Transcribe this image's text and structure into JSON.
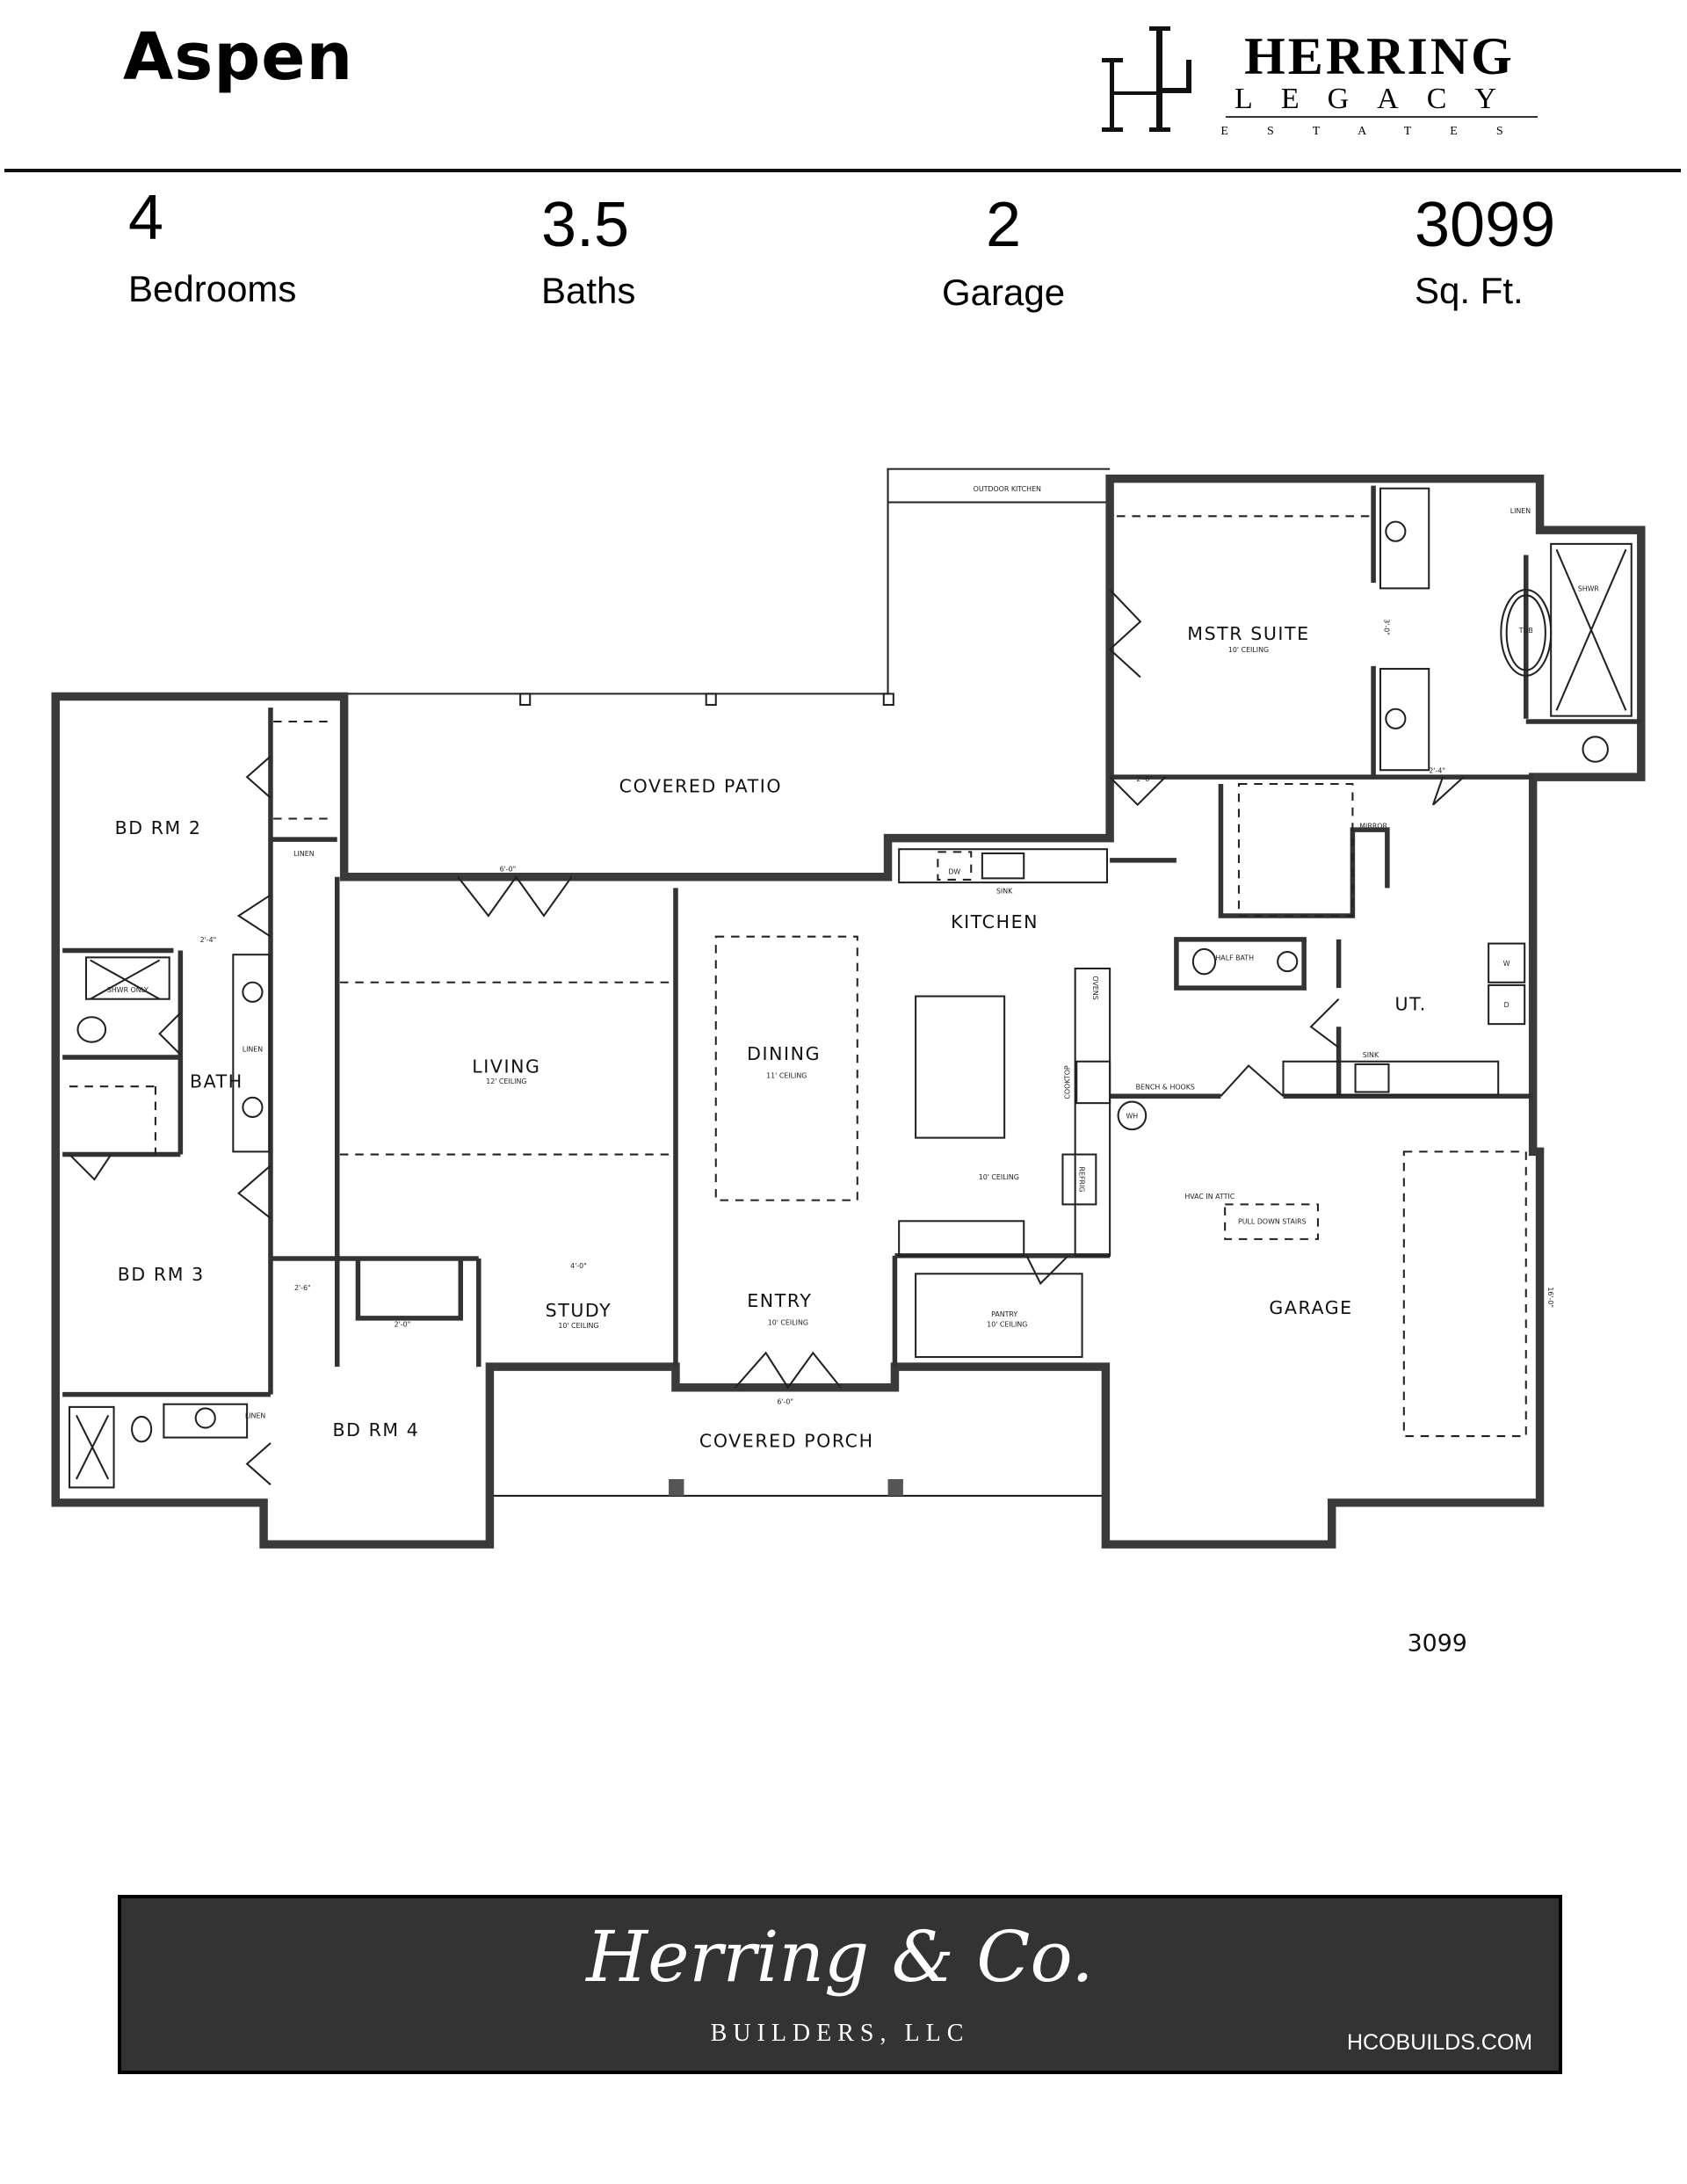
{
  "header": {
    "title": "Aspen",
    "logo": {
      "line1": "HERRING",
      "line2": "LEGACY",
      "line3": "ESTATES"
    }
  },
  "stats": [
    {
      "value": "4",
      "label": "Bedrooms"
    },
    {
      "value": "3.5",
      "label": "Baths"
    },
    {
      "value": "2",
      "label": "Garage"
    },
    {
      "value": "3099",
      "label": "Sq. Ft."
    }
  ],
  "plan": {
    "rooms": {
      "outdoor_kitchen": "OUTDOOR KITCHEN",
      "mstr_suite": "MSTR SUITE",
      "mstr_ceiling": "10' CEILING",
      "tub": "TUB",
      "shwr": "SHWR",
      "covered_patio": "COVERED PATIO",
      "bd_rm_2": "BD RM 2",
      "bath": "BATH",
      "shwr_only": "SHWR ONLY",
      "living": "LIVING",
      "living_ceiling": "12' CEILING",
      "dining": "DINING",
      "dining_ceiling": "11' CEILING",
      "kitchen": "KITCHEN",
      "kitchen_ceiling": "10' CEILING",
      "dw": "DW",
      "sink": "SINK",
      "ovens": "OVENS",
      "cooktop": "COOKTOP",
      "refrig": "REFRIG",
      "wh": "WH",
      "bench_hooks": "BENCH & HOOKS",
      "half_bath": "HALF BATH",
      "ut": "UT.",
      "washer": "W",
      "dryer": "D",
      "ut_sink": "SINK",
      "mirror": "MIRROR",
      "linen": "LINEN",
      "hvac": "HVAC IN ATTIC",
      "pull_down": "PULL DOWN STAIRS",
      "garage": "GARAGE",
      "bd_rm_3": "BD RM 3",
      "bd_rm_4": "BD RM 4",
      "study": "STUDY",
      "study_ceiling": "10' CEILING",
      "entry": "ENTRY",
      "entry_ceiling": "10' CEILING",
      "pantry": "PANTRY",
      "pantry_ceiling": "10' CEILING",
      "covered_porch": "COVERED PORCH"
    },
    "dims": {
      "patio_door": "6'-0\"",
      "study_open": "4'-0\"",
      "entry_door": "6'-0\"",
      "bath_door": "2'-4\"",
      "mbath_door": "2'-4\"",
      "door_26": "2'-6\"",
      "door_28": "2'-8\"",
      "door_20": "2'-0\"",
      "door_30": "3'-0\"",
      "garage_door": "16'-0\""
    },
    "sqft_note": "3099"
  },
  "footer": {
    "brand_script": "Herring & Co.",
    "brand_sub": "BUILDERS, LLC",
    "website": "HCOBUILDS.COM",
    "bg_color": "#333333"
  }
}
